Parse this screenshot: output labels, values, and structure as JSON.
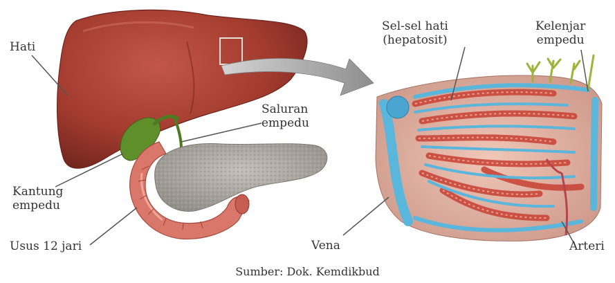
{
  "labels": {
    "hati": "Hati",
    "kantung": [
      "Kantung",
      "empedu"
    ],
    "usus": "Usus 12 jari",
    "saluran": [
      "Saluran",
      "empedu"
    ],
    "sel": [
      "Sel-sel hati",
      "(hepatosit)"
    ],
    "kelenjar": [
      "Kelenjar",
      "empedu"
    ],
    "vena": "Vena",
    "arteri": "Arteri"
  },
  "source": "Sumber: Dok. Kemdikbud",
  "colors": {
    "liver": "#a23a2e",
    "liver_dark": "#7e2a22",
    "gallbladder": "#5f8f2a",
    "pancreas": "#a9a59f",
    "duodenum": "#d9776a",
    "arrow": "#9a9a9a",
    "vein": "#5bb6dc",
    "hepatocyte": "#d85a4b",
    "gland": "#9bb43a",
    "leader_line": "#555555"
  }
}
